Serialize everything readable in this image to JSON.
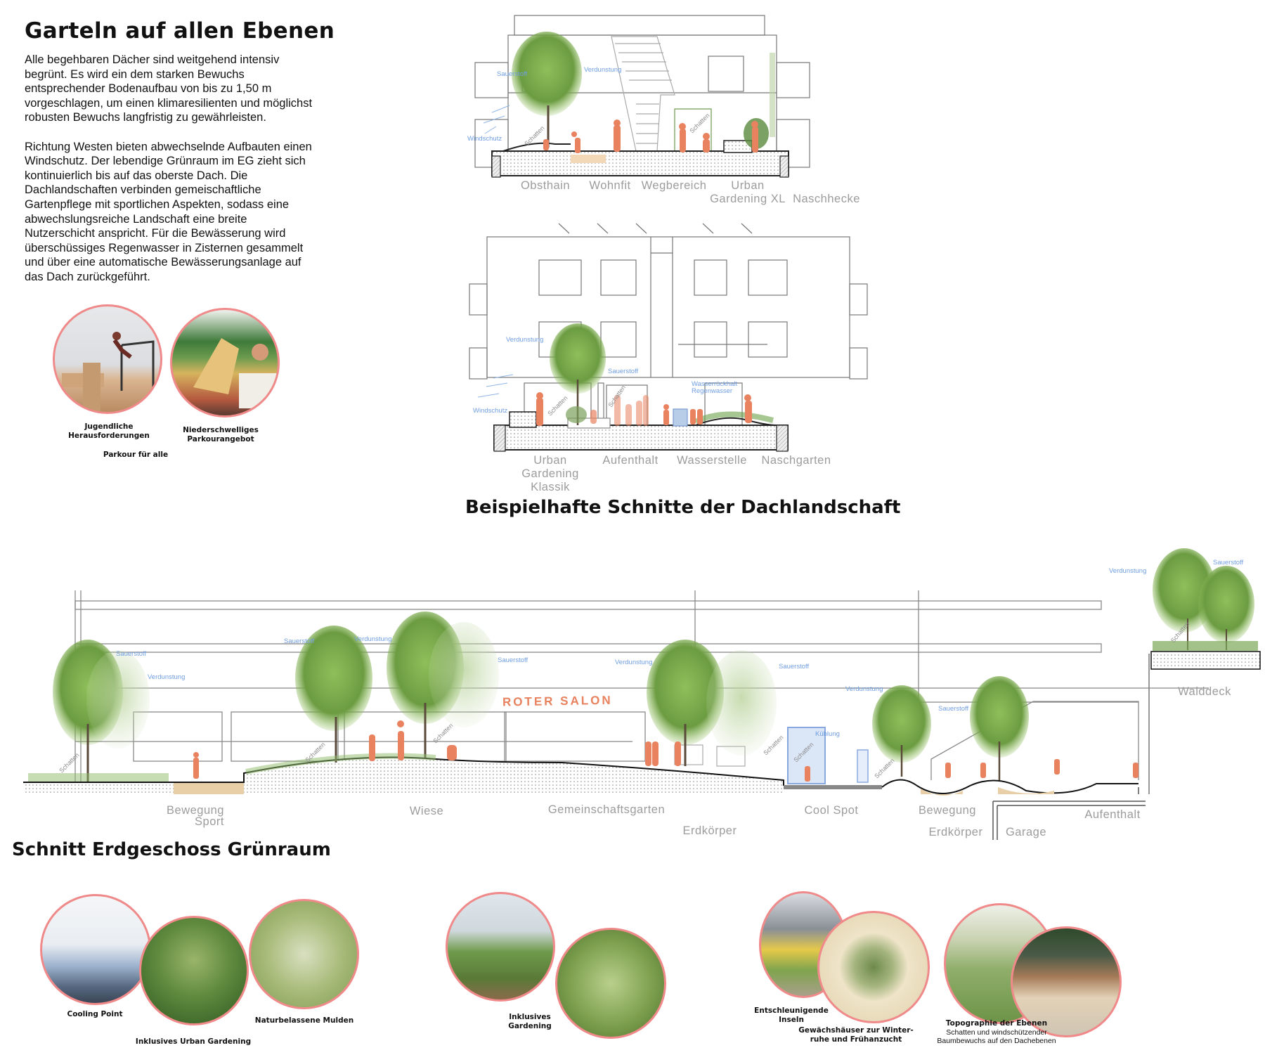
{
  "intro": {
    "title": "Garteln auf allen Ebenen",
    "paragraph_1": "Alle begehbaren Dächer sind weitgehend intensiv begrünt. Es wird ein dem starken Bewuchs entsprechender Bodenaufbau von bis zu 1,50 m vorgeschlagen, um einen klimaresilienten und möglichst robusten Bewuchs langfristig zu gewährleisten.",
    "paragraph_2": "Richtung Westen bieten abwechselnde Aufbauten einen Windschutz. Der lebendige Grünraum im EG zieht sich kontinuierlich bis auf das oberste Dach. Die Dachlandschaften verbinden gemeischaftliche Gartenpflege mit sportlichen Aspekten, sodass eine abwechslungsreiche Landschaft eine breite Nutzerschicht anspricht. Für die Bewässerung wird überschüssiges Regenwasser in Zisternen gesammelt und über eine automatische Bewässerungsanlage auf das Dach zurückgeführt."
  },
  "parkour": {
    "caption_1": [
      "Jugendliche",
      "Herausforderungen"
    ],
    "caption_2": [
      "Niederschwelliges",
      "Parkourangebot"
    ],
    "group_caption": "Parkour für alle"
  },
  "roof_section_1": {
    "annotations": {
      "oxygen": "Sauerstoff",
      "evaporation": "Verdunstung",
      "windbreak": "Windschutz",
      "shade": "Schatten"
    },
    "zones": [
      "Obsthain",
      "Wohnfit",
      "Wegbereich",
      [
        "Urban",
        "Gardening XL"
      ],
      "Naschhecke"
    ]
  },
  "roof_section_2": {
    "annotations": {
      "evaporation": "Verdunstung",
      "oxygen": "Sauerstoff",
      "windbreak": "Windschutz",
      "shade": "Schatten",
      "water_1": "Wasserrückhalt",
      "water_2": "Regenwasser"
    },
    "zones": [
      [
        "Urban",
        "Gardening",
        "Klassik"
      ],
      "Aufenthalt",
      "Wasserstelle",
      "Naschgarten"
    ]
  },
  "roof_heading": "Beispielhafte Schnitte der Dachlandschaft",
  "ground_section": {
    "heading": "Schnitt Erdgeschoss Grünraum",
    "sign": "ROTER SALON",
    "annotations": {
      "oxygen": "Sauerstoff",
      "evaporation": "Verdunstung",
      "shade": "Schatten",
      "cooling": "Kühlung"
    },
    "zones": {
      "sport": [
        "Bewegung",
        "Sport"
      ],
      "meadow": "Wiese",
      "community_garden": "Gemeinschaftsgarten",
      "earth_1": "Erdkörper",
      "cool_spot": "Cool Spot",
      "movement": "Bewegung",
      "earth_2": "Erdkörper",
      "garage": "Garage",
      "stay": "Aufenthalt",
      "forest_deck": "Walddeck"
    }
  },
  "references": {
    "cooling_point": "Cooling Point",
    "urban_gardening": "Inklusives Urban Gardening",
    "natural_hollows": "Naturbelassene Mulden",
    "inclusive_gardening": [
      "Inklusives",
      "Gardening"
    ],
    "islands": [
      "Entschleunigende",
      "Inseln"
    ],
    "greenhouses": [
      "Gewächshäuser zur Winter-",
      "ruhe und Frühanzucht"
    ],
    "topography_title": "Topographie der Ebenen",
    "topography_sub": [
      "Schatten und windschützender",
      "Baumbewuchs auf den Dachebenen"
    ]
  },
  "colors": {
    "people": "#e8825f",
    "annotation": "#6f9ee0",
    "circle_border": "#f08a8a",
    "zone_label": "#9c9c9c"
  }
}
